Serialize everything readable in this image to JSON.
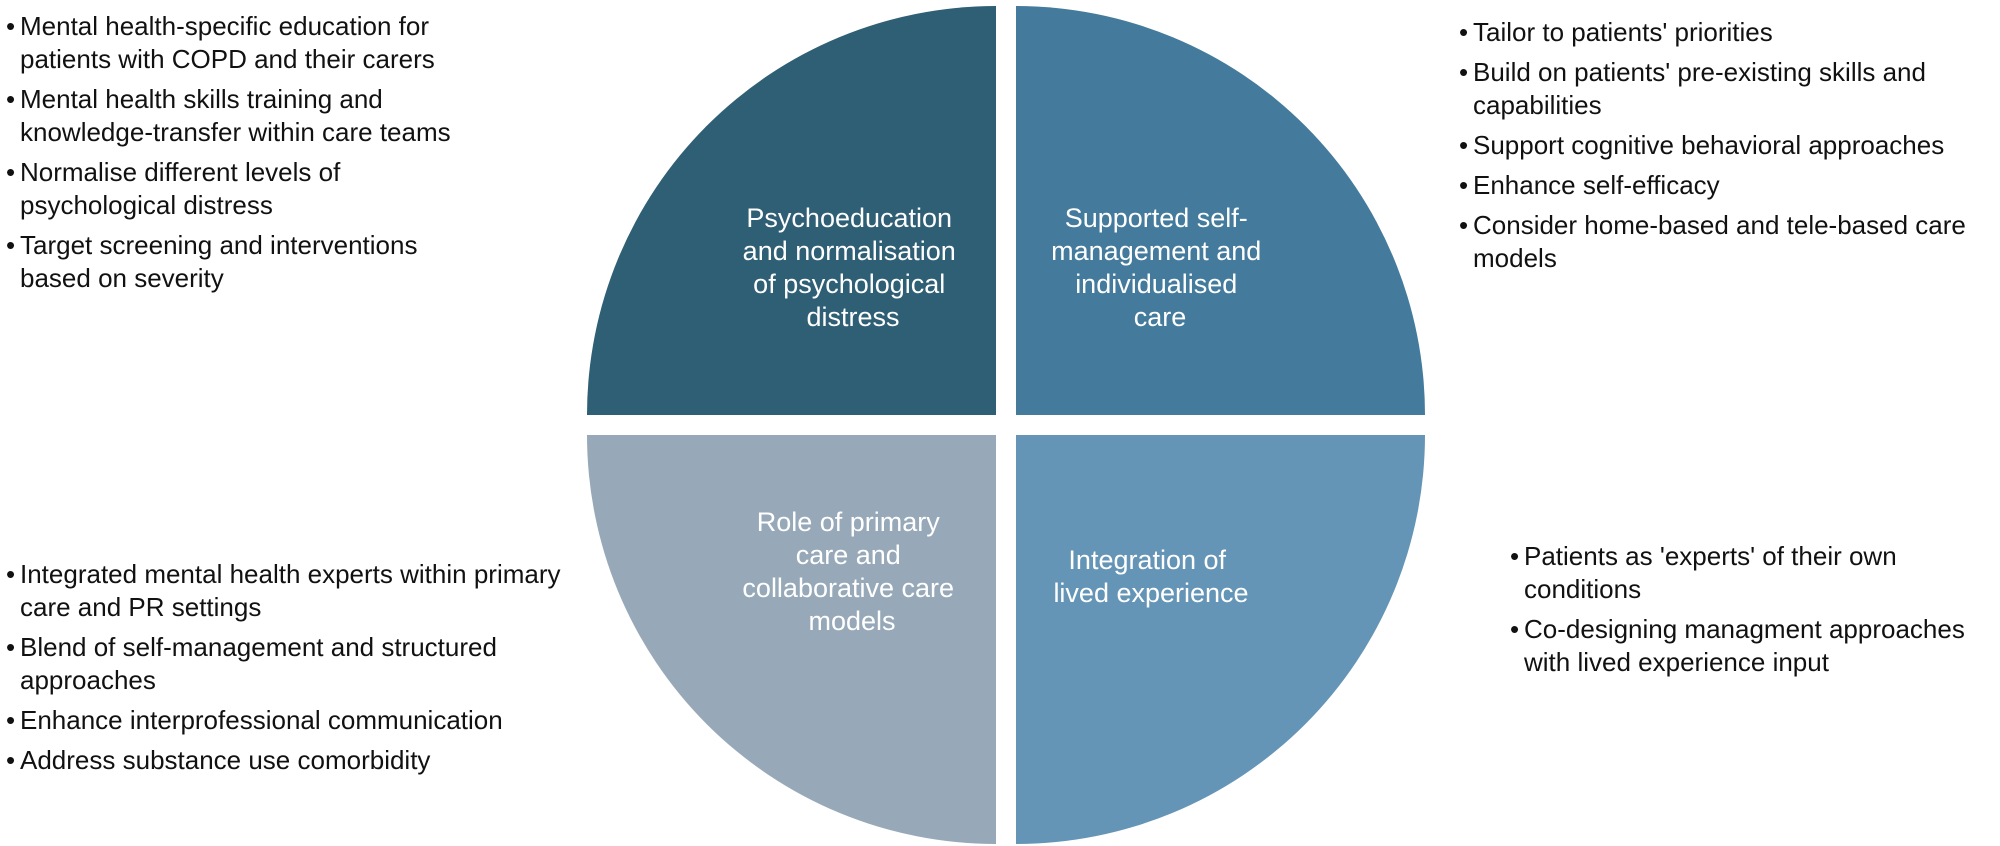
{
  "quadrants": [
    {
      "id": "tl",
      "label_lines": [
        "Psychoeducation",
        "and normalisation",
        "of psychological",
        "distress"
      ],
      "color": "#2e5f75",
      "bullets": [
        "Mental health-specific education for patients with COPD and their carers",
        "Mental health skills training and knowledge-transfer within care teams",
        "Normalise different levels of psychological distress",
        "Target screening and interventions based on severity"
      ]
    },
    {
      "id": "tr",
      "label_lines": [
        "Supported self-",
        "management and",
        "individualised",
        "care"
      ],
      "color": "#447b9d",
      "bullets": [
        "Tailor to patients' priorities",
        " Build on patients' pre-existing skills and capabilities",
        "Support cognitive behavioral approaches",
        "Enhance self-efficacy",
        "Consider home-based and tele-based care models"
      ]
    },
    {
      "id": "bl",
      "label_lines": [
        "Role of primary",
        "care and",
        "collaborative care",
        "models"
      ],
      "color": "#97a9b8",
      "bullets": [
        "Integrated mental health experts within primary care and PR settings",
        "Blend of self-management and structured approaches",
        "Enhance interprofessional communication",
        "Address substance use comorbidity"
      ]
    },
    {
      "id": "br",
      "label_lines": [
        "Integration of",
        "lived experience"
      ],
      "color": "#6595b6",
      "bullets": [
        "Patients as 'experts' of their own conditions",
        "Co-designing managment approaches with lived experience input"
      ]
    }
  ]
}
